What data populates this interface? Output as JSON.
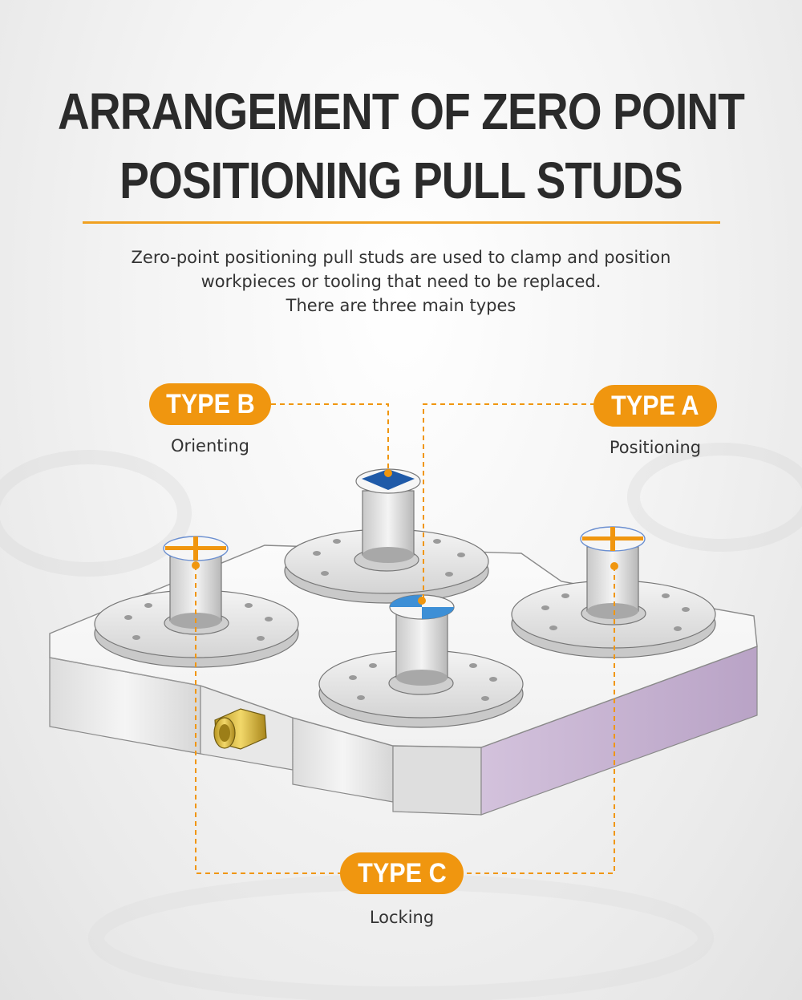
{
  "header": {
    "title_line1": "ARRANGEMENT OF ZERO POINT",
    "title_line2": "POSITIONING PULL STUDS",
    "accent_color": "#f0a020"
  },
  "description": {
    "line1": "Zero-point positioning pull studs are used to clamp and position",
    "line2": "workpieces or tooling that need to be replaced.",
    "line3": "There are three main types"
  },
  "types": {
    "b": {
      "label": "TYPE B",
      "caption": "Orienting"
    },
    "a": {
      "label": "TYPE A",
      "caption": "Positioning"
    },
    "c": {
      "label": "TYPE C",
      "caption": "Locking"
    }
  },
  "colors": {
    "pill": "#f0960f",
    "leader_line": "#f0960f",
    "type_b_marker": "#1f5aa8",
    "type_c_marker": "#3d8fd6",
    "side_face": "#c9b6d3"
  }
}
